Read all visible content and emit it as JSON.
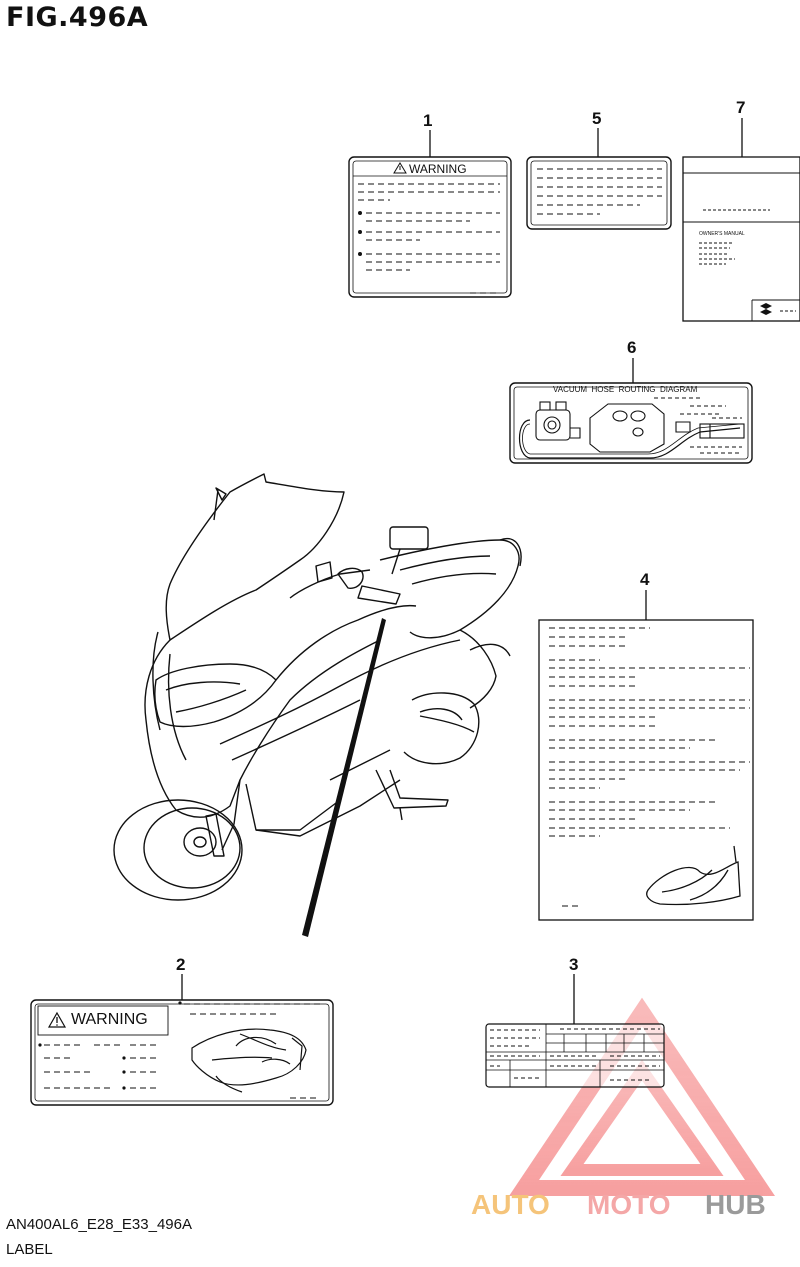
{
  "figure": {
    "title": "FIG.496A",
    "model_code": "AN400AL6_E28_E33_496A",
    "section": "LABEL"
  },
  "callouts": [
    "1",
    "2",
    "3",
    "4",
    "5",
    "6",
    "7"
  ],
  "labels": {
    "label1": {
      "heading": "WARNING",
      "icon": "warning-triangle-icon"
    },
    "label2": {
      "heading": "WARNING",
      "icon": "warning-triangle-icon"
    },
    "label6": {
      "heading": "VACUUM  HOSE  ROUTING  DIAGRAM"
    },
    "label7": {
      "subtitle": "OWNER'S MANUAL",
      "icon": "suzuki-logo-icon"
    }
  },
  "watermark": {
    "brand": "AUTOMOTOHUB",
    "colors": {
      "auto": "#f5c47a",
      "moto": "#f4a7a7",
      "hub": "#9a9a9a",
      "triangle": "#f26b6b"
    }
  }
}
